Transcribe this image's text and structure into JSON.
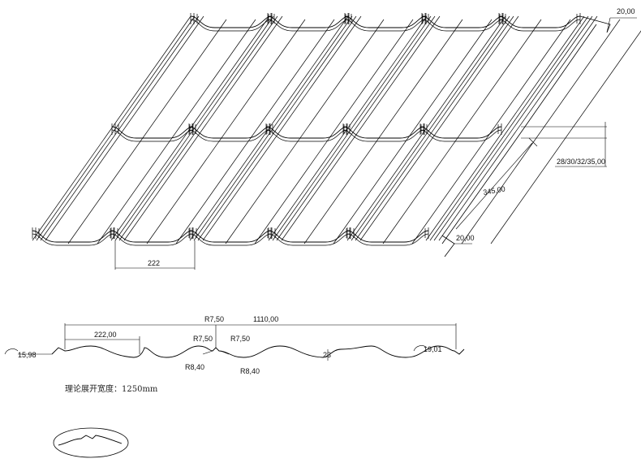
{
  "drawing": {
    "top_view": {
      "dim_step_height": "20,00",
      "dim_overlap": "28/30/32/35,00",
      "dim_step_length": "345,00",
      "dim_bottom_step": "20,00",
      "dim_pitch": "222"
    },
    "profile": {
      "dim_total_width": "1110,00",
      "dim_pitch": "222,00",
      "r_top_center": "R7,50",
      "r_left": "R7,50",
      "r_right": "R7,50",
      "r_bottom_left": "R8,40",
      "r_bottom_right": "R8,40",
      "left_edge_radius": "15,98",
      "right_edge_radius": "19,01",
      "depth": "23"
    },
    "note": "理论展开宽度：1250mm"
  }
}
